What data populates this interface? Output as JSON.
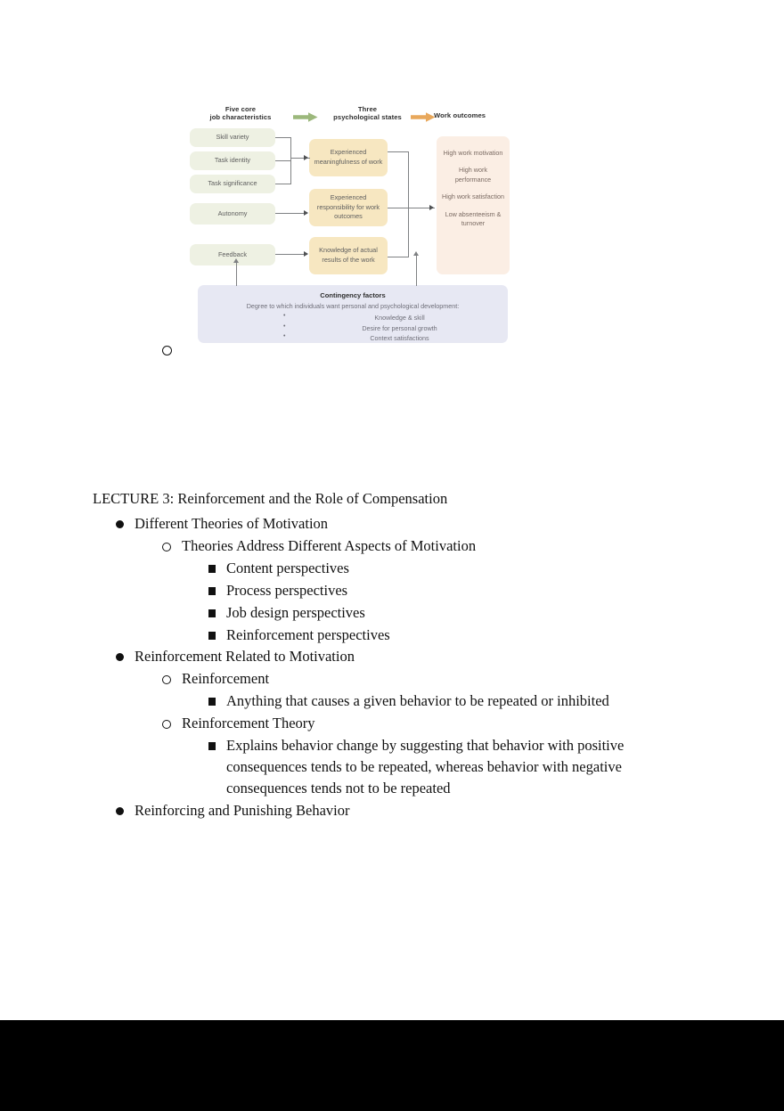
{
  "diagram": {
    "headers": {
      "left": "Five core\njob characteristics",
      "middle": "Three\npsychological states",
      "right": "Work outcomes"
    },
    "arrow_colors": {
      "left_arrow": "#9cb87c",
      "right_arrow": "#e8a85c"
    },
    "colors": {
      "job_characteristic_box": "#eef1e3",
      "psychological_state_box": "#f7e7c1",
      "outcome_box": "#fbeee4",
      "contingency_box": "#e7e8f3",
      "connector_line": "#7f8183"
    },
    "job_characteristics": [
      "Skill variety",
      "Task identity",
      "Task significance",
      "Autonomy",
      "Feedback"
    ],
    "psychological_states": [
      "Experienced meaningfulness of work",
      "Experienced responsibility for work outcomes",
      "Knowledge of actual results of the work"
    ],
    "work_outcomes": [
      "High work motivation",
      "High work performance",
      "High work satisfaction",
      "Low absenteeism & turnover"
    ],
    "contingency": {
      "title": "Contingency factors",
      "subtitle": "Degree to which individuals want personal and psychological development:",
      "items": [
        "Knowledge & skill",
        "Desire for personal growth",
        "Context satisfactions"
      ]
    }
  },
  "notes": {
    "title": "LECTURE 3: Reinforcement and the Role of Compensation",
    "outline": [
      {
        "level": 1,
        "bullet": "disc",
        "text": "Different Theories of Motivation"
      },
      {
        "level": 2,
        "bullet": "circle",
        "text": "Theories Address Different Aspects of Motivation"
      },
      {
        "level": 3,
        "bullet": "square",
        "text": "Content perspectives"
      },
      {
        "level": 3,
        "bullet": "square",
        "text": "Process perspectives"
      },
      {
        "level": 3,
        "bullet": "square",
        "text": "Job design perspectives"
      },
      {
        "level": 3,
        "bullet": "square",
        "text": "Reinforcement perspectives"
      },
      {
        "level": 1,
        "bullet": "disc",
        "text": "Reinforcement Related to Motivation"
      },
      {
        "level": 2,
        "bullet": "circle",
        "text": "Reinforcement"
      },
      {
        "level": 3,
        "bullet": "square",
        "text": "Anything that causes a given behavior to be repeated or inhibited"
      },
      {
        "level": 2,
        "bullet": "circle",
        "text": "Reinforcement Theory"
      },
      {
        "level": 3,
        "bullet": "square",
        "text": "Explains behavior change by suggesting that behavior with positive consequences tends to be repeated, whereas behavior with negative consequences tends not to be repeated"
      },
      {
        "level": 1,
        "bullet": "disc",
        "text": "Reinforcing and Punishing Behavior"
      }
    ]
  }
}
